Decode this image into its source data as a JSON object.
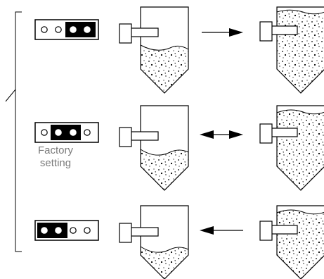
{
  "caption": {
    "line1": "Factory",
    "line2": "setting"
  },
  "rows": [
    {
      "jumper": "pins-3-4",
      "level_left": 0.35,
      "direction": "right"
    },
    {
      "jumper": "pins-2-3",
      "level_left": 0.35,
      "direction": "both"
    },
    {
      "jumper": "pins-1-2",
      "level_left": 0.35,
      "direction": "left"
    }
  ],
  "colors": {
    "stroke": "#000000",
    "caption": "#7a7a7a"
  }
}
